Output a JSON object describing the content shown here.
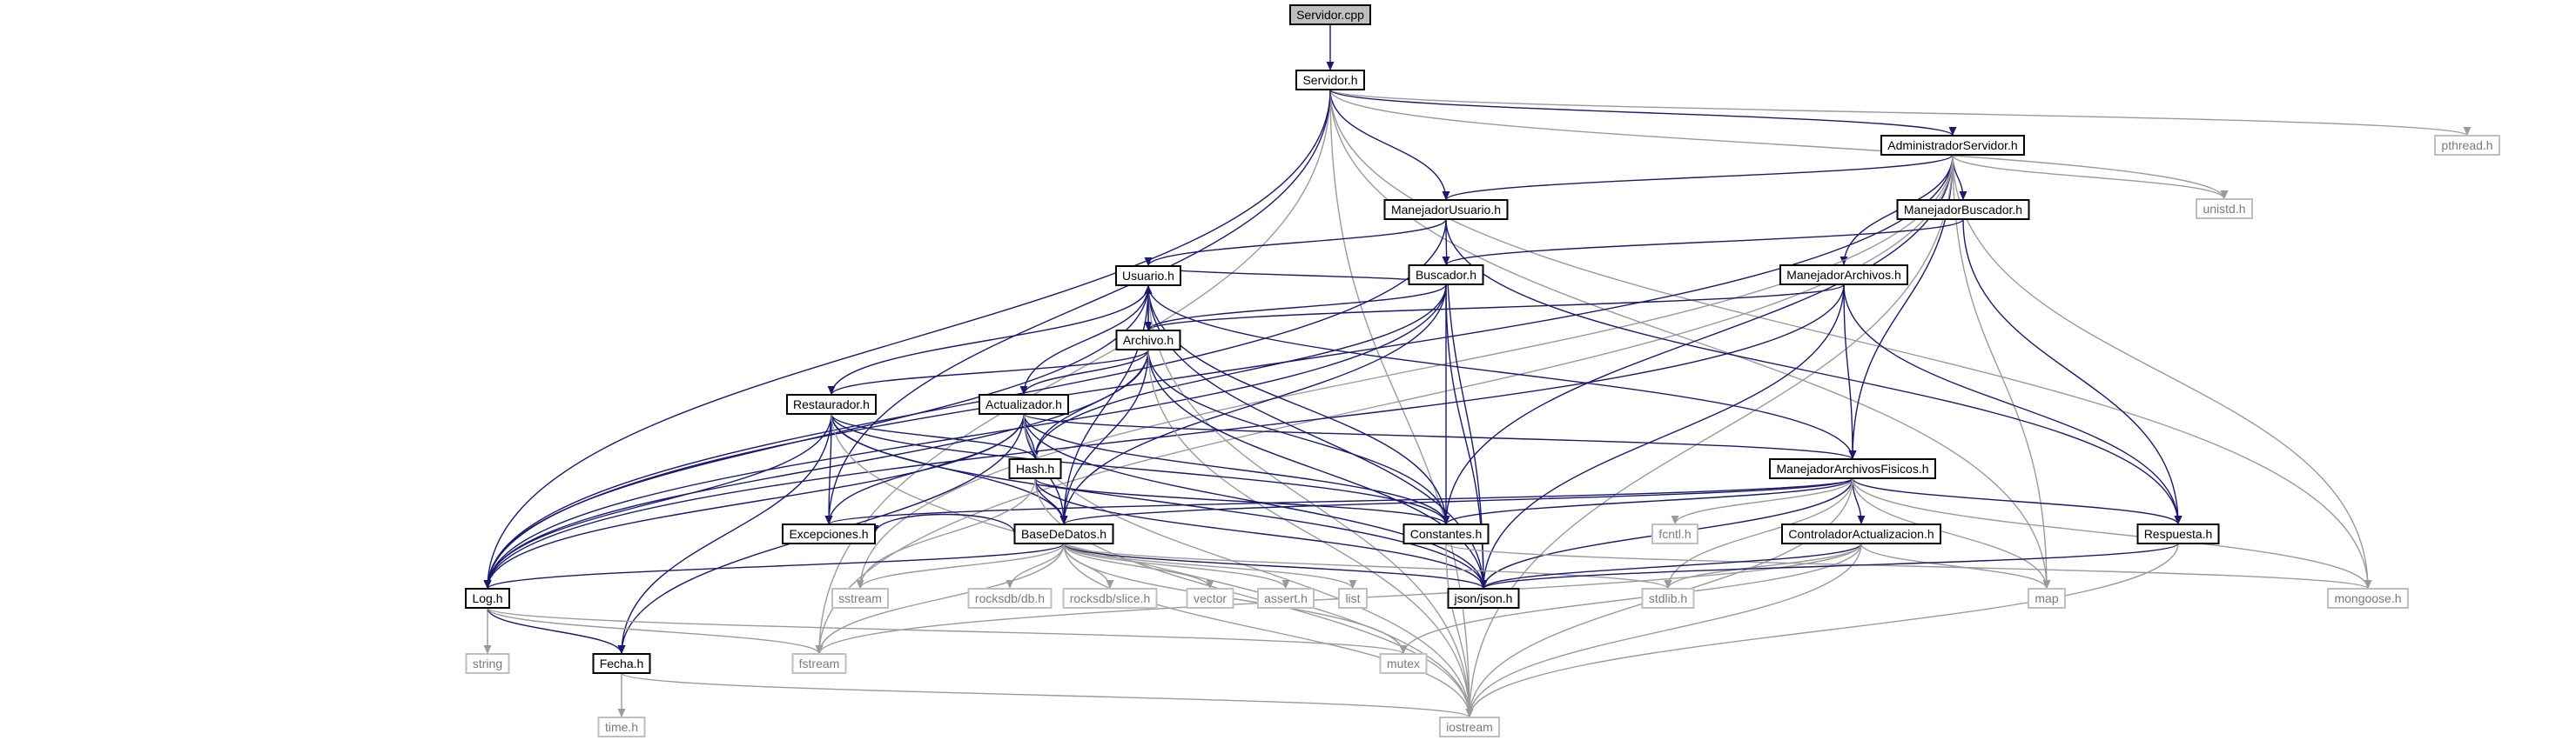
{
  "diagram": {
    "nodes": [
      {
        "id": "servidor_cpp",
        "label": "Servidor.cpp",
        "kind": "root"
      },
      {
        "id": "servidor_h",
        "label": "Servidor.h",
        "kind": "header"
      },
      {
        "id": "pthread",
        "label": "pthread.h",
        "kind": "external"
      },
      {
        "id": "admin",
        "label": "AdministradorServidor.h",
        "kind": "header"
      },
      {
        "id": "unistd",
        "label": "unistd.h",
        "kind": "external"
      },
      {
        "id": "mbuscador",
        "label": "ManejadorBuscador.h",
        "kind": "header"
      },
      {
        "id": "musuario",
        "label": "ManejadorUsuario.h",
        "kind": "header"
      },
      {
        "id": "buscador",
        "label": "Buscador.h",
        "kind": "header"
      },
      {
        "id": "marchivos",
        "label": "ManejadorArchivos.h",
        "kind": "header"
      },
      {
        "id": "usuario",
        "label": "Usuario.h",
        "kind": "header"
      },
      {
        "id": "archivo",
        "label": "Archivo.h",
        "kind": "header"
      },
      {
        "id": "restaurador",
        "label": "Restaurador.h",
        "kind": "header"
      },
      {
        "id": "actualizador",
        "label": "Actualizador.h",
        "kind": "header"
      },
      {
        "id": "mafisicos",
        "label": "ManejadorArchivosFisicos.h",
        "kind": "header"
      },
      {
        "id": "hash",
        "label": "Hash.h",
        "kind": "header"
      },
      {
        "id": "excepciones",
        "label": "Excepciones.h",
        "kind": "header"
      },
      {
        "id": "basedatos",
        "label": "BaseDeDatos.h",
        "kind": "header"
      },
      {
        "id": "constantes",
        "label": "Constantes.h",
        "kind": "header"
      },
      {
        "id": "fcntl",
        "label": "fcntl.h",
        "kind": "external"
      },
      {
        "id": "controlador",
        "label": "ControladorActualizacion.h",
        "kind": "header"
      },
      {
        "id": "respuesta",
        "label": "Respuesta.h",
        "kind": "header"
      },
      {
        "id": "log",
        "label": "Log.h",
        "kind": "header"
      },
      {
        "id": "sstream",
        "label": "sstream",
        "kind": "external"
      },
      {
        "id": "rocksdb_db",
        "label": "rocksdb/db.h",
        "kind": "external"
      },
      {
        "id": "rocksdb_slice",
        "label": "rocksdb/slice.h",
        "kind": "external"
      },
      {
        "id": "vector",
        "label": "vector",
        "kind": "external"
      },
      {
        "id": "assert",
        "label": "assert.h",
        "kind": "external"
      },
      {
        "id": "list",
        "label": "list",
        "kind": "external"
      },
      {
        "id": "json",
        "label": "json/json.h",
        "kind": "header"
      },
      {
        "id": "stdlib",
        "label": "stdlib.h",
        "kind": "external"
      },
      {
        "id": "map",
        "label": "map",
        "kind": "external"
      },
      {
        "id": "mongoose",
        "label": "mongoose.h",
        "kind": "external"
      },
      {
        "id": "string",
        "label": "string",
        "kind": "external"
      },
      {
        "id": "fecha",
        "label": "Fecha.h",
        "kind": "header"
      },
      {
        "id": "fstream",
        "label": "fstream",
        "kind": "external"
      },
      {
        "id": "mutex",
        "label": "mutex",
        "kind": "external"
      },
      {
        "id": "timeh",
        "label": "time.h",
        "kind": "external"
      },
      {
        "id": "iostream",
        "label": "iostream",
        "kind": "external"
      }
    ],
    "edges": [
      [
        "servidor_cpp",
        "servidor_h"
      ],
      [
        "servidor_h",
        "pthread"
      ],
      [
        "servidor_h",
        "admin"
      ],
      [
        "servidor_h",
        "unistd"
      ],
      [
        "servidor_h",
        "musuario"
      ],
      [
        "servidor_h",
        "log"
      ],
      [
        "servidor_h",
        "fstream"
      ],
      [
        "servidor_h",
        "map"
      ],
      [
        "servidor_h",
        "mongoose"
      ],
      [
        "servidor_h",
        "iostream"
      ],
      [
        "servidor_h",
        "excepciones"
      ],
      [
        "admin",
        "unistd"
      ],
      [
        "admin",
        "mbuscador"
      ],
      [
        "admin",
        "musuario"
      ],
      [
        "admin",
        "marchivos"
      ],
      [
        "admin",
        "mafisicos"
      ],
      [
        "admin",
        "constantes"
      ],
      [
        "admin",
        "log"
      ],
      [
        "admin",
        "sstream"
      ],
      [
        "admin",
        "iostream"
      ],
      [
        "admin",
        "map"
      ],
      [
        "admin",
        "mongoose"
      ],
      [
        "admin",
        "fstream"
      ],
      [
        "mbuscador",
        "buscador"
      ],
      [
        "mbuscador",
        "respuesta"
      ],
      [
        "musuario",
        "usuario"
      ],
      [
        "musuario",
        "respuesta"
      ],
      [
        "musuario",
        "json"
      ],
      [
        "musuario",
        "log"
      ],
      [
        "buscador",
        "archivo"
      ],
      [
        "buscador",
        "usuario"
      ],
      [
        "buscador",
        "hash"
      ],
      [
        "buscador",
        "basedatos"
      ],
      [
        "buscador",
        "constantes"
      ],
      [
        "buscador",
        "json"
      ],
      [
        "buscador",
        "log"
      ],
      [
        "marchivos",
        "archivo"
      ],
      [
        "marchivos",
        "mafisicos"
      ],
      [
        "marchivos",
        "respuesta"
      ],
      [
        "marchivos",
        "json"
      ],
      [
        "marchivos",
        "log"
      ],
      [
        "usuario",
        "archivo"
      ],
      [
        "usuario",
        "basedatos"
      ],
      [
        "usuario",
        "constantes"
      ],
      [
        "usuario",
        "json"
      ],
      [
        "usuario",
        "log"
      ],
      [
        "usuario",
        "iostream"
      ],
      [
        "archivo",
        "usuario"
      ],
      [
        "archivo",
        "restaurador"
      ],
      [
        "archivo",
        "actualizador"
      ],
      [
        "archivo",
        "hash"
      ],
      [
        "archivo",
        "basedatos"
      ],
      [
        "archivo",
        "constantes"
      ],
      [
        "archivo",
        "json"
      ],
      [
        "archivo",
        "log"
      ],
      [
        "archivo",
        "iostream"
      ],
      [
        "restaurador",
        "usuario"
      ],
      [
        "restaurador",
        "hash"
      ],
      [
        "restaurador",
        "excepciones"
      ],
      [
        "restaurador",
        "basedatos"
      ],
      [
        "restaurador",
        "constantes"
      ],
      [
        "restaurador",
        "log"
      ],
      [
        "restaurador",
        "fecha"
      ],
      [
        "restaurador",
        "json"
      ],
      [
        "restaurador",
        "iostream"
      ],
      [
        "actualizador",
        "usuario"
      ],
      [
        "actualizador",
        "hash"
      ],
      [
        "actualizador",
        "excepciones"
      ],
      [
        "actualizador",
        "basedatos"
      ],
      [
        "actualizador",
        "constantes"
      ],
      [
        "actualizador",
        "mafisicos"
      ],
      [
        "actualizador",
        "log"
      ],
      [
        "actualizador",
        "fecha"
      ],
      [
        "actualizador",
        "json"
      ],
      [
        "actualizador",
        "iostream"
      ],
      [
        "mafisicos",
        "usuario"
      ],
      [
        "mafisicos",
        "excepciones"
      ],
      [
        "mafisicos",
        "basedatos"
      ],
      [
        "mafisicos",
        "constantes"
      ],
      [
        "mafisicos",
        "fcntl"
      ],
      [
        "mafisicos",
        "controlador"
      ],
      [
        "mafisicos",
        "respuesta"
      ],
      [
        "mafisicos",
        "json"
      ],
      [
        "mafisicos",
        "stdlib"
      ],
      [
        "mafisicos",
        "map"
      ],
      [
        "mafisicos",
        "mongoose"
      ],
      [
        "mafisicos",
        "iostream"
      ],
      [
        "hash",
        "basedatos"
      ],
      [
        "hash",
        "constantes"
      ],
      [
        "hash",
        "sstream"
      ],
      [
        "hash",
        "json"
      ],
      [
        "hash",
        "iostream"
      ],
      [
        "basedatos",
        "log"
      ],
      [
        "basedatos",
        "sstream"
      ],
      [
        "basedatos",
        "rocksdb_db"
      ],
      [
        "basedatos",
        "rocksdb_slice"
      ],
      [
        "basedatos",
        "vector"
      ],
      [
        "basedatos",
        "assert"
      ],
      [
        "basedatos",
        "list"
      ],
      [
        "basedatos",
        "json"
      ],
      [
        "basedatos",
        "stdlib"
      ],
      [
        "basedatos",
        "mutex"
      ],
      [
        "basedatos",
        "fstream"
      ],
      [
        "basedatos",
        "iostream"
      ],
      [
        "basedatos",
        "excepciones"
      ],
      [
        "constantes",
        "iostream"
      ],
      [
        "constantes",
        "mongoose"
      ],
      [
        "controlador",
        "stdlib"
      ],
      [
        "controlador",
        "map"
      ],
      [
        "controlador",
        "json"
      ],
      [
        "controlador",
        "fstream"
      ],
      [
        "controlador",
        "mutex"
      ],
      [
        "controlador",
        "iostream"
      ],
      [
        "respuesta",
        "json"
      ],
      [
        "respuesta",
        "iostream"
      ],
      [
        "log",
        "string"
      ],
      [
        "log",
        "fecha"
      ],
      [
        "log",
        "fstream"
      ],
      [
        "log",
        "mutex"
      ],
      [
        "fecha",
        "timeh"
      ],
      [
        "fecha",
        "iostream"
      ]
    ]
  }
}
